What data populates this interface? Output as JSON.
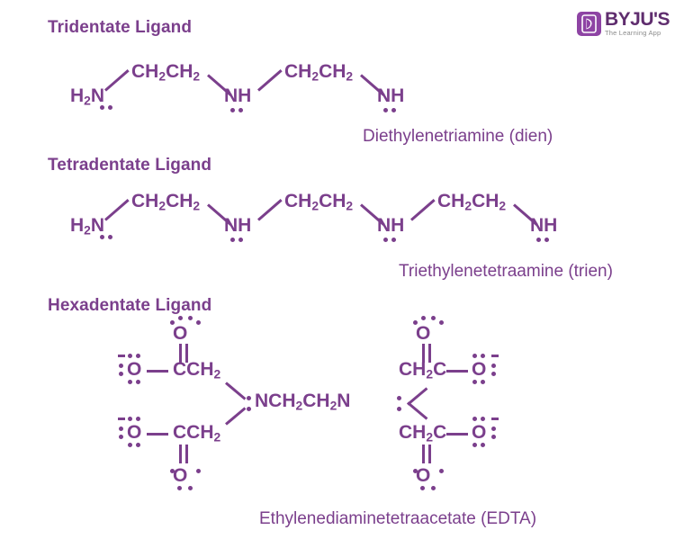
{
  "logo": {
    "name": "byjus-logo",
    "wordmark": "BYJU'S",
    "tagline": "The Learning App",
    "mark_letter": "B",
    "mark_color": "#8e44a4",
    "word_color": "#5f2d6e",
    "tagline_color": "#8b8b8b"
  },
  "theme": {
    "primary_purple": "#7b3f8c",
    "background": "#ffffff"
  },
  "sections": [
    {
      "heading": "Tridentate Ligand",
      "caption": "Diethylenetriamine (dien)",
      "molecule": "dien"
    },
    {
      "heading": "Tetradentate Ligand",
      "caption": "Triethylenetetraamine (trien)",
      "molecule": "trien"
    },
    {
      "heading": "Hexadentate Ligand",
      "caption": "Ethylenediaminetetraacetate (EDTA)",
      "molecule": "edta"
    }
  ],
  "labels": {
    "h2n": "H",
    "h2n_sub": "2",
    "h2n_tail": "N",
    "nh": "NH",
    "ch2ch2_a": "CH",
    "ch2ch2_sub1": "2",
    "ch2ch2_b": "CH",
    "ch2ch2_sub2": "2",
    "oxygen": "O",
    "ccH2": "CCH",
    "ccH2_sub": "2",
    "cH2C": "CH",
    "cH2C_sub": "2",
    "cH2C_tail": "C",
    "n_center_left": "NCH",
    "n_center_left_sub": "2",
    "n_center_mid": "CH",
    "n_center_mid_sub": "2",
    "n_center_right": "N",
    "minus": "−"
  }
}
